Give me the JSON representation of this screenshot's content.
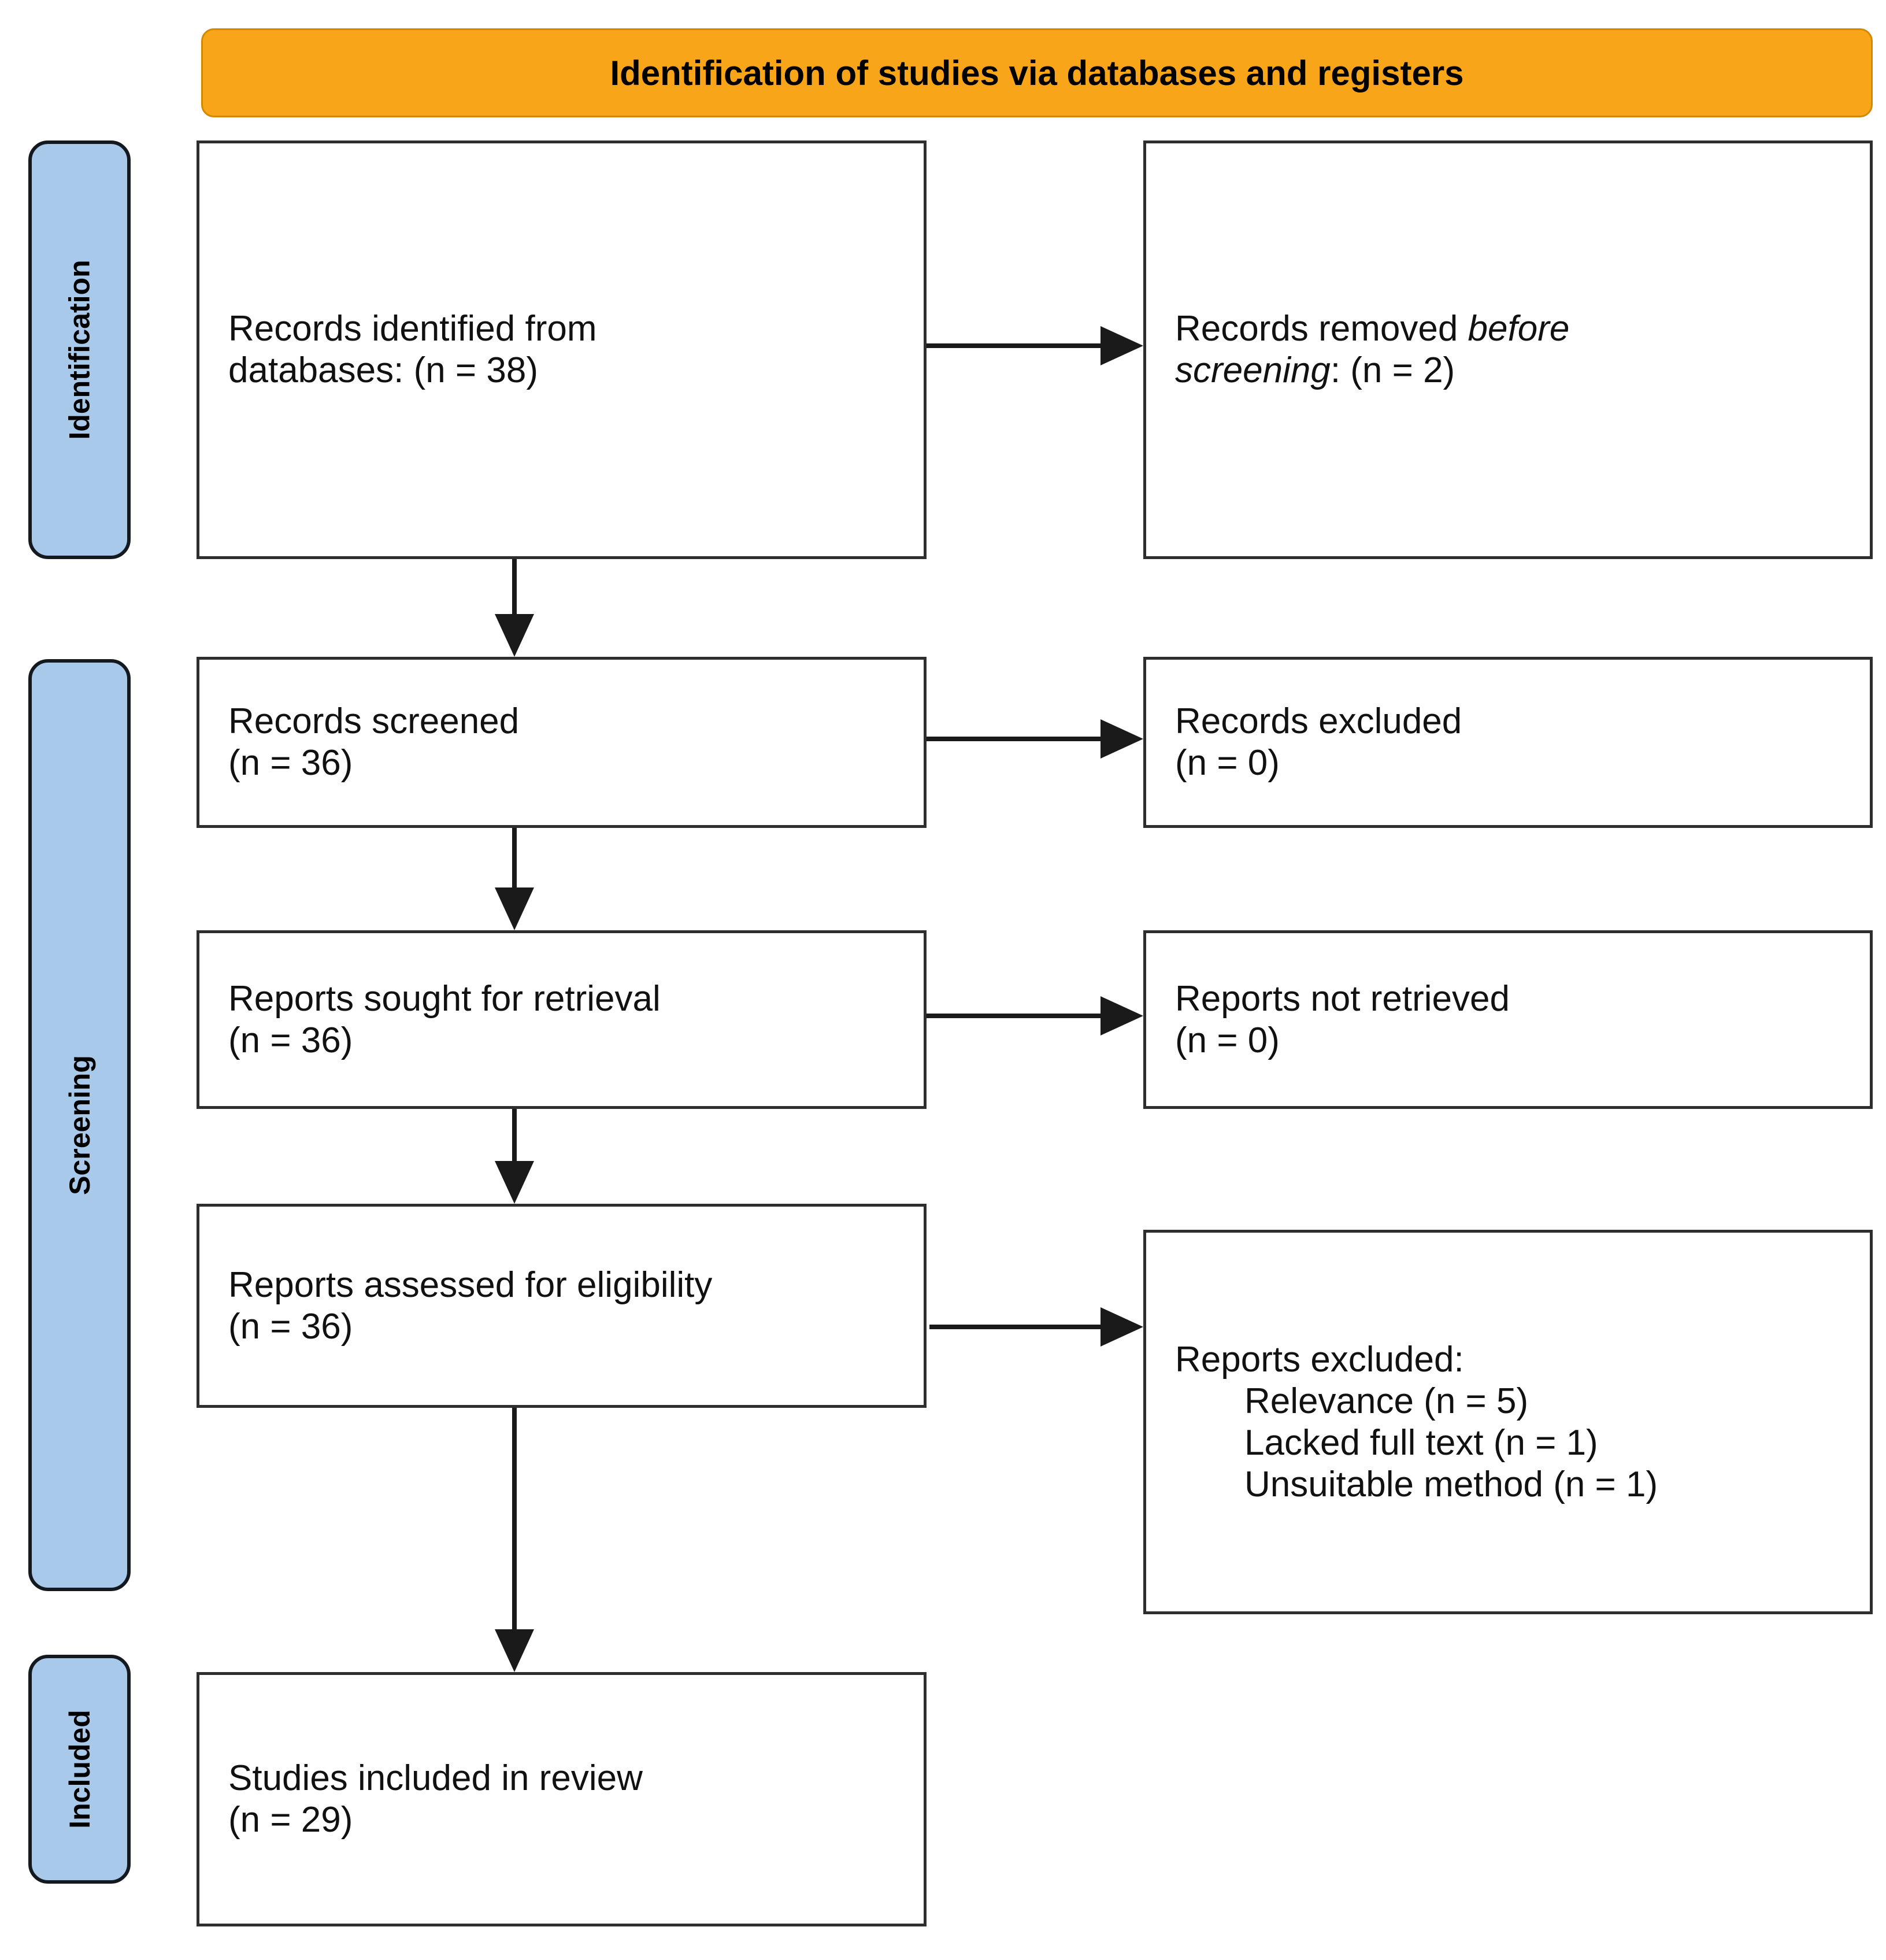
{
  "header": {
    "title": "Identification of studies via databases and registers"
  },
  "stages": [
    {
      "label": "Identification"
    },
    {
      "label": "Screening"
    },
    {
      "label": "Included"
    }
  ],
  "boxes": {
    "records_identified": {
      "lines": [
        "Records identified from",
        "databases: (n = 38)"
      ]
    },
    "records_removed": {
      "pre": "Records removed ",
      "italic1": "before",
      "italic2": "screening",
      "post": ": (n = 2)"
    },
    "records_screened": {
      "lines": [
        "Records screened",
        "(n = 36)"
      ]
    },
    "records_excluded": {
      "lines": [
        "Records excluded",
        "(n = 0)"
      ]
    },
    "reports_sought": {
      "lines": [
        "Reports sought for retrieval",
        "(n = 36)"
      ]
    },
    "reports_not_retrieved": {
      "lines": [
        "Reports not retrieved",
        "(n = 0)"
      ]
    },
    "reports_assessed": {
      "lines": [
        "Reports assessed for eligibility",
        "(n = 36)"
      ]
    },
    "reports_excluded": {
      "heading": "Reports excluded:",
      "reasons": [
        "Relevance (n = 5)",
        "Lacked full text (n = 1)",
        "Unsuitable method (n = 1)"
      ]
    },
    "studies_included": {
      "lines": [
        "Studies included in review",
        "(n = 29)"
      ]
    }
  },
  "colors": {
    "header_bg": "#F9A51A",
    "header_border": "#D18A00",
    "stage_bg": "#A9C9EA",
    "stage_border": "#14181F",
    "box_border": "#2E2E2E",
    "arrow": "#1A1A1A",
    "text": "#111111",
    "background": "#FFFFFF"
  }
}
